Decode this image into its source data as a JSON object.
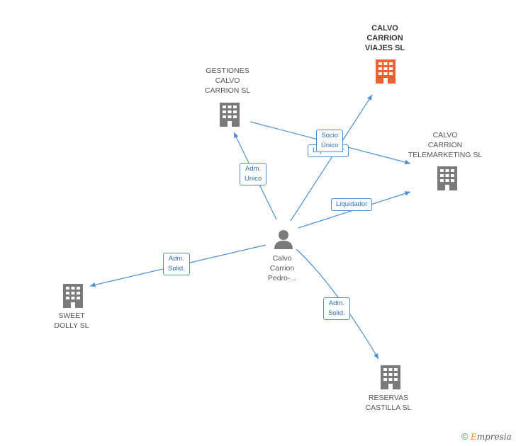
{
  "colors": {
    "edge": "#4a90d9",
    "building": "#7a7a7a",
    "building_main": "#f06030",
    "person": "#7a7a7a"
  },
  "nodes": {
    "calvo_viajes": {
      "lines": [
        "CALVO",
        "CARRION",
        "VIAJES SL"
      ],
      "icon": "building-icon"
    },
    "gestiones": {
      "lines": [
        "GESTIONES",
        "CALVO",
        "CARRION SL"
      ],
      "icon": "building-icon"
    },
    "telemarketing": {
      "lines": [
        "CALVO",
        "CARRION",
        "TELEMARKETING SL"
      ],
      "icon": "building-icon"
    },
    "person": {
      "lines": [
        "Calvo",
        "Carrion",
        "Pedro-..."
      ],
      "icon": "person-icon"
    },
    "sweet_dolly": {
      "lines": [
        "SWEET",
        "DOLLY  SL"
      ],
      "icon": "building-icon"
    },
    "reservas": {
      "lines": [
        "RESERVAS",
        "CASTILLA SL"
      ],
      "icon": "building-icon"
    }
  },
  "edges": {
    "viajes": [
      "Socio",
      "Único"
    ],
    "viajes_hidden": "Liquidador",
    "gestiones": [
      "Adm.",
      "Unico"
    ],
    "telemarketing": "Liquidador",
    "sweet_dolly": [
      "Adm.",
      "Solid."
    ],
    "reservas": [
      "Adm.",
      "Solid."
    ]
  },
  "footer": {
    "copyright": "©",
    "brand_initial": "E",
    "brand_rest": "mpresia"
  }
}
